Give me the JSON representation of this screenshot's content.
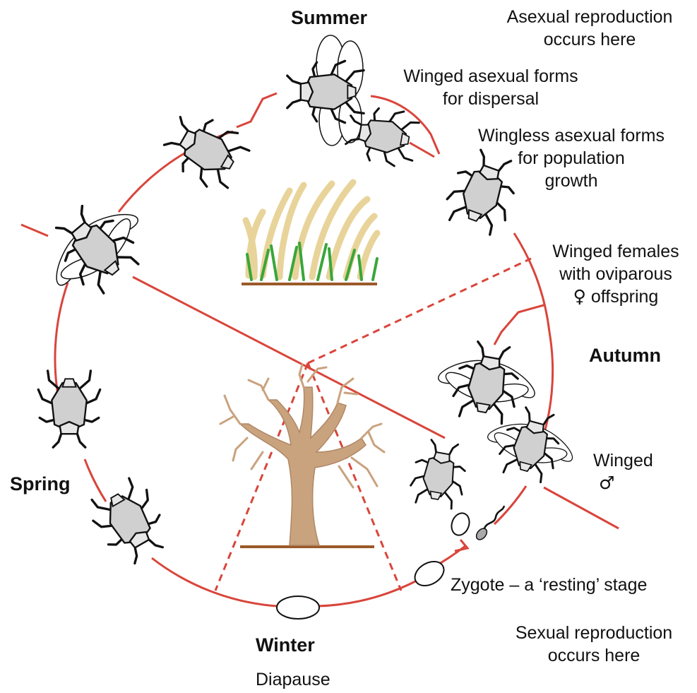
{
  "seasons": {
    "summer": "Summer",
    "autumn": "Autumn",
    "spring": "Spring",
    "winter": "Winter"
  },
  "labels": {
    "asexual_repro": [
      "Asexual reproduction",
      "occurs here"
    ],
    "winged_asexual": [
      "Winged asexual forms",
      "for dispersal"
    ],
    "wingless_asexual": [
      "Wingless asexual forms",
      "for population",
      "growth"
    ],
    "winged_females": [
      "Winged females",
      "with oviparous",
      "offspring"
    ],
    "female_symbol": "♀",
    "winged_male": "Winged",
    "male_symbol": "♂",
    "zygote": "Zygote – a ‘resting’ stage",
    "sexual_repro": [
      "Sexual reproduction",
      "occurs here"
    ],
    "diapause": "Diapause"
  },
  "colors": {
    "cycle_line": "#d9453b",
    "aphid_body": "#d0d0d0",
    "aphid_outline": "#111111",
    "grass_green": "#3aa63a",
    "grain_tan": "#e8d49a",
    "tree_brown": "#c9a27e",
    "soil": "#9a5a2a"
  },
  "icons": [
    "aphid-icon",
    "winged-aphid-icon",
    "grass-crop-icon",
    "bare-tree-icon",
    "egg-icon",
    "sperm-icon"
  ]
}
